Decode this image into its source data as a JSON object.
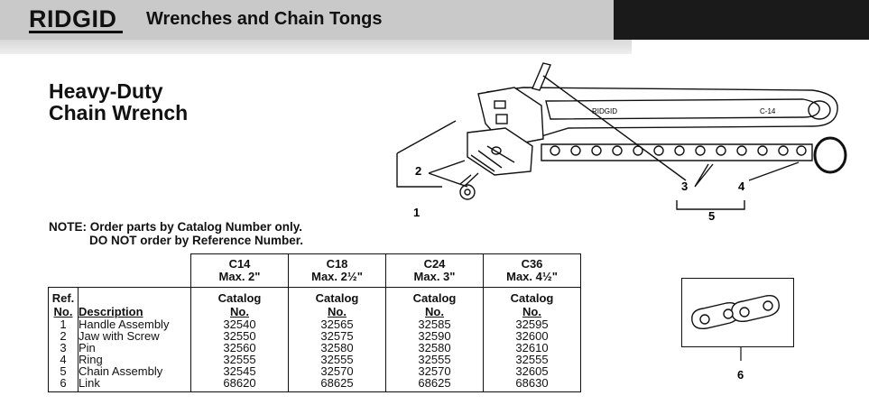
{
  "header": {
    "brand": "RIDGID",
    "section_title": "Wrenches and Chain Tongs"
  },
  "product": {
    "title_line1": "Heavy-Duty",
    "title_line2": "Chain Wrench"
  },
  "note": {
    "line1": "NOTE: Order parts by Catalog Number only.",
    "line2": "DO NOT order by Reference Number."
  },
  "wrench_label": "C-14",
  "wrench_brand": "RIDGID",
  "callouts": [
    "1",
    "2",
    "3",
    "4",
    "5",
    "6"
  ],
  "table": {
    "models": [
      {
        "model": "C14",
        "size": "Max. 2\""
      },
      {
        "model": "C18",
        "size": "Max. 2½\""
      },
      {
        "model": "C24",
        "size": "Max. 3\""
      },
      {
        "model": "C36",
        "size": "Max. 4½\""
      }
    ],
    "ref_header_1": "Ref.",
    "ref_header_2": "No.",
    "desc_header": "Description",
    "catalog_header_1": "Catalog",
    "catalog_header_2": "No.",
    "rows": [
      {
        "ref": "1",
        "desc": "Handle Assembly",
        "nums": [
          "32540",
          "32565",
          "32585",
          "32595"
        ]
      },
      {
        "ref": "2",
        "desc": "Jaw with Screw",
        "nums": [
          "32550",
          "32575",
          "32590",
          "32600"
        ]
      },
      {
        "ref": "3",
        "desc": "Pin",
        "nums": [
          "32560",
          "32580",
          "32580",
          "32610"
        ]
      },
      {
        "ref": "4",
        "desc": "Ring",
        "nums": [
          "32555",
          "32555",
          "32555",
          "32555"
        ]
      },
      {
        "ref": "5",
        "desc": "Chain Assembly",
        "nums": [
          "32545",
          "32570",
          "32570",
          "32605"
        ]
      },
      {
        "ref": "6",
        "desc": "Link",
        "nums": [
          "68620",
          "68625",
          "68625",
          "68630"
        ]
      }
    ]
  }
}
